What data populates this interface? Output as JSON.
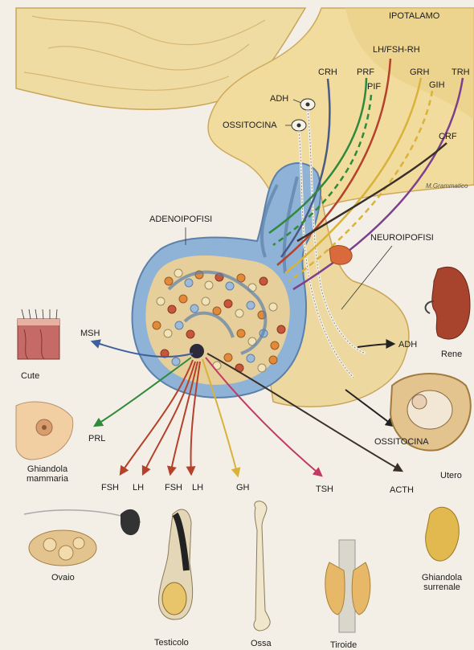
{
  "hypothalamus": {
    "title": "IPOTALAMO"
  },
  "releasing_hormones": {
    "lh_fsh_rh": "LH/FSH-RH",
    "crh": "CRH",
    "prf": "PRF",
    "grh": "GRH",
    "trh": "TRH",
    "pif": "PIF",
    "gih": "GIH",
    "crf": "CRF",
    "adh": "ADH",
    "ossitocina": "OSSITOCINA"
  },
  "glands": {
    "adenoipofisi": "ADENOIPOFISI",
    "neuroipofisi": "NEUROIPOFISI"
  },
  "hormones": {
    "msh": "MSH",
    "prl": "PRL",
    "fsh_1": "FSH",
    "lh_1": "LH",
    "fsh_2": "FSH",
    "lh_2": "LH",
    "gh": "GH",
    "tsh": "TSH",
    "acth": "ACTH",
    "adh_out": "ADH",
    "ossitocina_out": "OSSITOCINA"
  },
  "targets": {
    "cute": "Cute",
    "ghiandola_mammaria_1": "Ghiandola",
    "ghiandola_mammaria_2": "mammaria",
    "ovaio": "Ovaio",
    "testicolo": "Testicolo",
    "ossa": "Ossa",
    "tiroide": "Tiroide",
    "rene": "Rene",
    "utero": "Utero",
    "ghiandola_surrenale_1": "Ghiandola",
    "ghiandola_surrenale_2": "surrenale"
  },
  "signature": "M.Grammatico",
  "colors": {
    "crh": "#4a5a86",
    "prf": "#2f8a3c",
    "pif": "#2f8a3c",
    "lh_fsh_rh": "#b5412a",
    "grh": "#d9b23a",
    "gih": "#d9b23a",
    "trh": "#7d3f8e",
    "crf": "#3a3028",
    "msh": "#3e5f9e",
    "prl": "#2f8a3c",
    "fsh_lh": "#b5412a",
    "gh": "#d9b23a",
    "tsh": "#c03a64",
    "acth": "#3a3028",
    "posterior": "#222222"
  }
}
